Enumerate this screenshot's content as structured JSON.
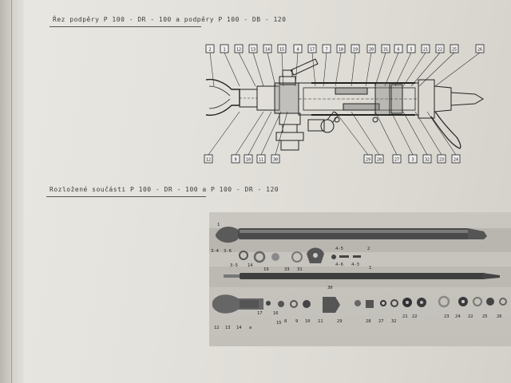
{
  "document": {
    "heading_section": "Řez podpěry P 100 - DR - 100 a podpěry P 100 - DB - 120",
    "heading_parts": "Rozložené součásti P 100 - DR - 100 a P 100 - DR - 120"
  },
  "diagram": {
    "top_callouts": [
      "2",
      "1",
      "12",
      "13",
      "14",
      "15",
      "4",
      "17",
      "7",
      "18",
      "19",
      "20",
      "31",
      "6",
      "5",
      "21",
      "22",
      "25",
      "26"
    ],
    "bottom_callouts": [
      "12",
      "9",
      "10",
      "11",
      "30",
      "29",
      "28",
      "27",
      "3",
      "32",
      "23",
      "24"
    ]
  },
  "photo": {
    "labels": [
      "1",
      "3-4",
      "3-6",
      "3-5",
      "14",
      "19",
      "33",
      "31",
      "4-5",
      "4-6",
      "4-3",
      "2",
      "1",
      "17",
      "16",
      "8",
      "9",
      "10",
      "11",
      "30",
      "29",
      "28",
      "27",
      "32",
      "21",
      "22",
      "23",
      "24",
      "22",
      "25",
      "26",
      "12",
      "13",
      "14",
      "a",
      "15"
    ]
  }
}
